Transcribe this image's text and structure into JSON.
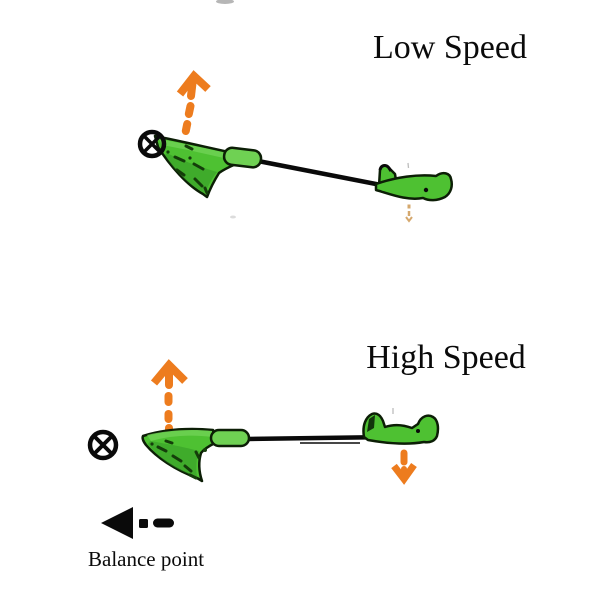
{
  "page": {
    "background_color": "#ffffff"
  },
  "diagram": {
    "panels": [
      {
        "id": "low-speed",
        "title": "Low Speed"
      },
      {
        "id": "high-speed",
        "title": "High Speed"
      }
    ],
    "balance_label": "Balance point",
    "colors": {
      "page_bg": "#ffffff",
      "ink": "#0a0a0a",
      "arrow_orange": "#ED7C1E",
      "faint_orange": "#CE9A55",
      "wing_green": "#4EC132",
      "wing_green_light": "#6FD153",
      "wing_green_dark": "#2F9623",
      "outline_green": "#0c1e06",
      "streak_green": "#143d0a"
    },
    "icons": {
      "into_page_symbol": "circled-x",
      "lift_arrow": "dashed-up-arrow",
      "tail_force_arrow": "dashed-down-arrow",
      "balance_pointer": "dash-dot-left-arrow"
    }
  }
}
